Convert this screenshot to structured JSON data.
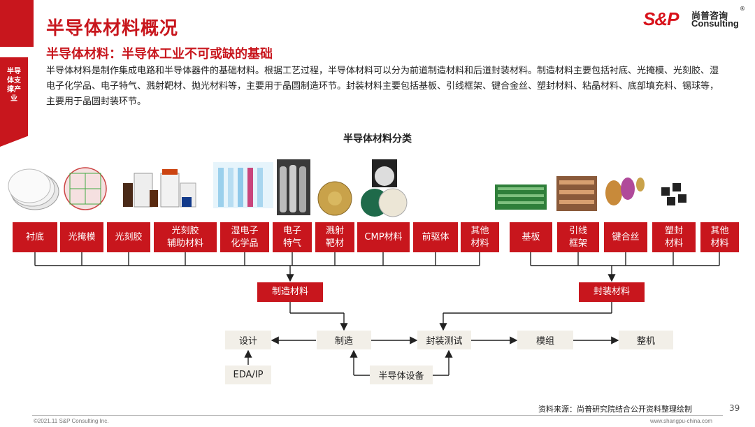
{
  "header": {
    "title": "半导体材料概况",
    "subtitle": "半导体材料：半导体工业不可或缺的基础",
    "side_tab": "半导体支撑产业",
    "logo_sp": "S&P",
    "logo_cn": "尚普咨询",
    "logo_en": "Consulting",
    "logo_reg": "®"
  },
  "body_text": "半导体材料是制作集成电路和半导体器件的基础材料。根据工艺过程，半导体材料可以分为前道制造材料和后道封装材料。制造材料主要包括衬底、光掩模、光刻胶、湿电子化学品、电子特气、溅射靶材、抛光材料等，主要用于晶圆制造环节。封装材料主要包括基板、引线框架、键合金丝、塑封材料、粘晶材料、底部填充料、锡球等，主要用于晶圆封装环节。",
  "diagram": {
    "title": "半导体材料分类",
    "manufacturing_materials": [
      "衬底",
      "光掩模",
      "光刻胶",
      "光刻胶\n辅助材料",
      "湿电子\n化学品",
      "电子\n特气",
      "溅射\n靶材",
      "CMP材料",
      "前驱体",
      "其他\n材料"
    ],
    "packaging_materials": [
      "基板",
      "引线\n框架",
      "键合丝",
      "塑封\n材料",
      "其他\n材料"
    ],
    "group_manufacturing": "制造材料",
    "group_packaging": "封装材料",
    "flow": {
      "design": "设计",
      "manufacturing": "制造",
      "packaging_test": "封装测试",
      "module": "模组",
      "complete_machine": "整机",
      "eda_ip": "EDA/IP",
      "equipment": "半导体设备"
    }
  },
  "footer": {
    "source": "资料来源：尚普研究院结合公开资料整理绘制",
    "page": "39",
    "copyright": "©2021.11  S&P Consulting Inc.",
    "website": "www.shangpu-china.com"
  },
  "colors": {
    "accent": "#c8161d",
    "flow_box": "#f2efe8"
  }
}
